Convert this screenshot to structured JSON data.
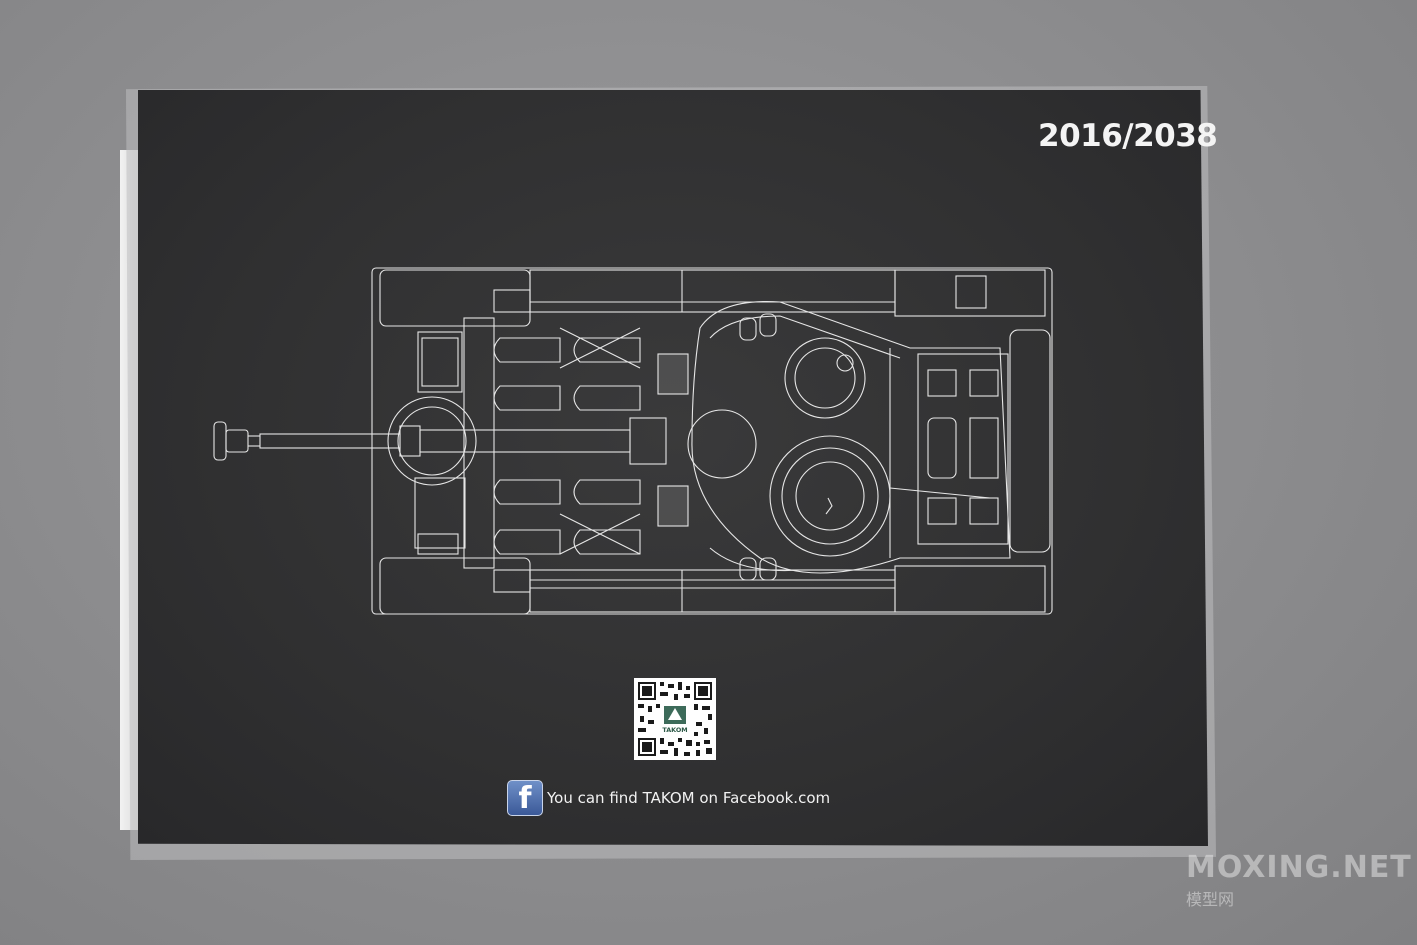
{
  "booklet": {
    "code_number": "2016/2038",
    "facebook_line": "You can find TAKOM on Facebook.com",
    "facebook_logo": "f",
    "qr_logo_text": "TAKOM"
  },
  "watermark": {
    "main": "MOXING.NET",
    "sub": "模型网"
  },
  "colors": {
    "booklet": "#303031",
    "line_art": "#e8e8e8",
    "background": "#8e8e90"
  },
  "icons": [
    "facebook-icon",
    "qr-code",
    "tank-blueprint"
  ]
}
